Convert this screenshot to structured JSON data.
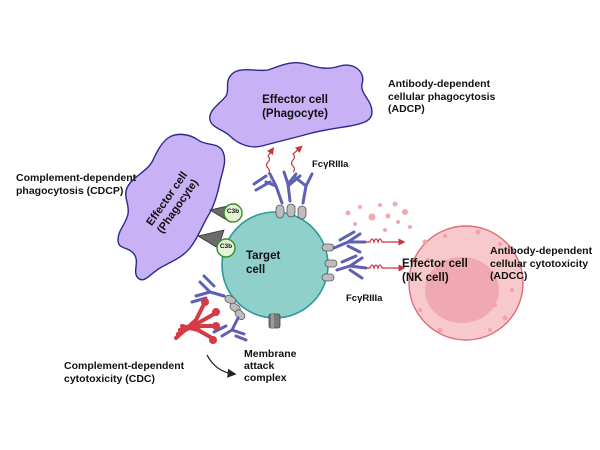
{
  "diagram": {
    "colors": {
      "phagocyte_fill": "#C9B1F5",
      "phagocyte_stroke": "#2B2A8C",
      "target_fill": "#8FD0CB",
      "target_stroke": "#2A9A9A",
      "nk_outer_fill": "#F7C9CC",
      "nk_outer_stroke": "#D9707A",
      "nk_nucleus_fill": "#EFA3AA",
      "antibody": "#5F5FB3",
      "receptor": "#C8363E",
      "antigen": "#BDBDBD",
      "c3b_fill": "#E4F5D6",
      "c3b_stroke": "#3C8A2E",
      "complement_red": "#D63A44",
      "mac": "#7A7A7A"
    },
    "cells": {
      "adcp_phagocyte": "Effector cell\n(Phagocyte)",
      "cdcp_phagocyte": "Effector cell\n(Phagocyte)",
      "target": "Target\ncell",
      "nk": "Effector cell\n(NK cell)"
    },
    "labels": {
      "adcp": "Antibody-dependent\ncellular phagocytosis\n(ADCP)",
      "cdcp": "Complement-dependent\nphagocytosis (CDCP)",
      "adcc": "Antibody-dependent\ncellular cytotoxicity\n(ADCC)",
      "cdc": "Complement-dependent\ncytotoxicity (CDC)",
      "mac": "Membrane\nattack\ncomplex",
      "fc_receptor_top": "FcγRIIIa",
      "fc_receptor_right": "FcγRIIIa",
      "c3b_1": "C3b",
      "c3b_2": "C3b"
    }
  }
}
